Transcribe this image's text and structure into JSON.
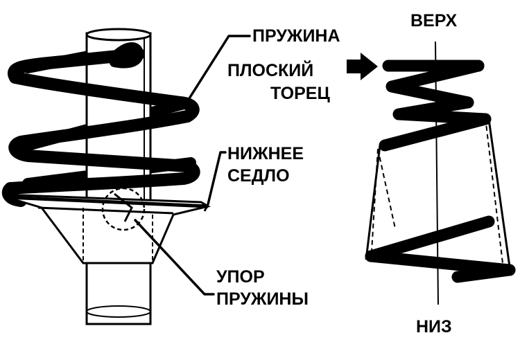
{
  "labels": {
    "spring": "ПРУЖИНА",
    "flat_end_line1": "ПЛОСКИЙ",
    "flat_end_line2": "ТОРЕЦ",
    "lower_seat_line1": "НИЖНЕЕ",
    "lower_seat_line2": "СЕДЛО",
    "spring_stop_line1": "УПОР",
    "spring_stop_line2": "ПРУЖИНЫ",
    "top": "ВЕРХ",
    "bottom": "НИЗ"
  },
  "colors": {
    "ink": "#000000",
    "background": "#ffffff"
  },
  "icons": {
    "pointer_arrow": "right-arrow-icon"
  }
}
